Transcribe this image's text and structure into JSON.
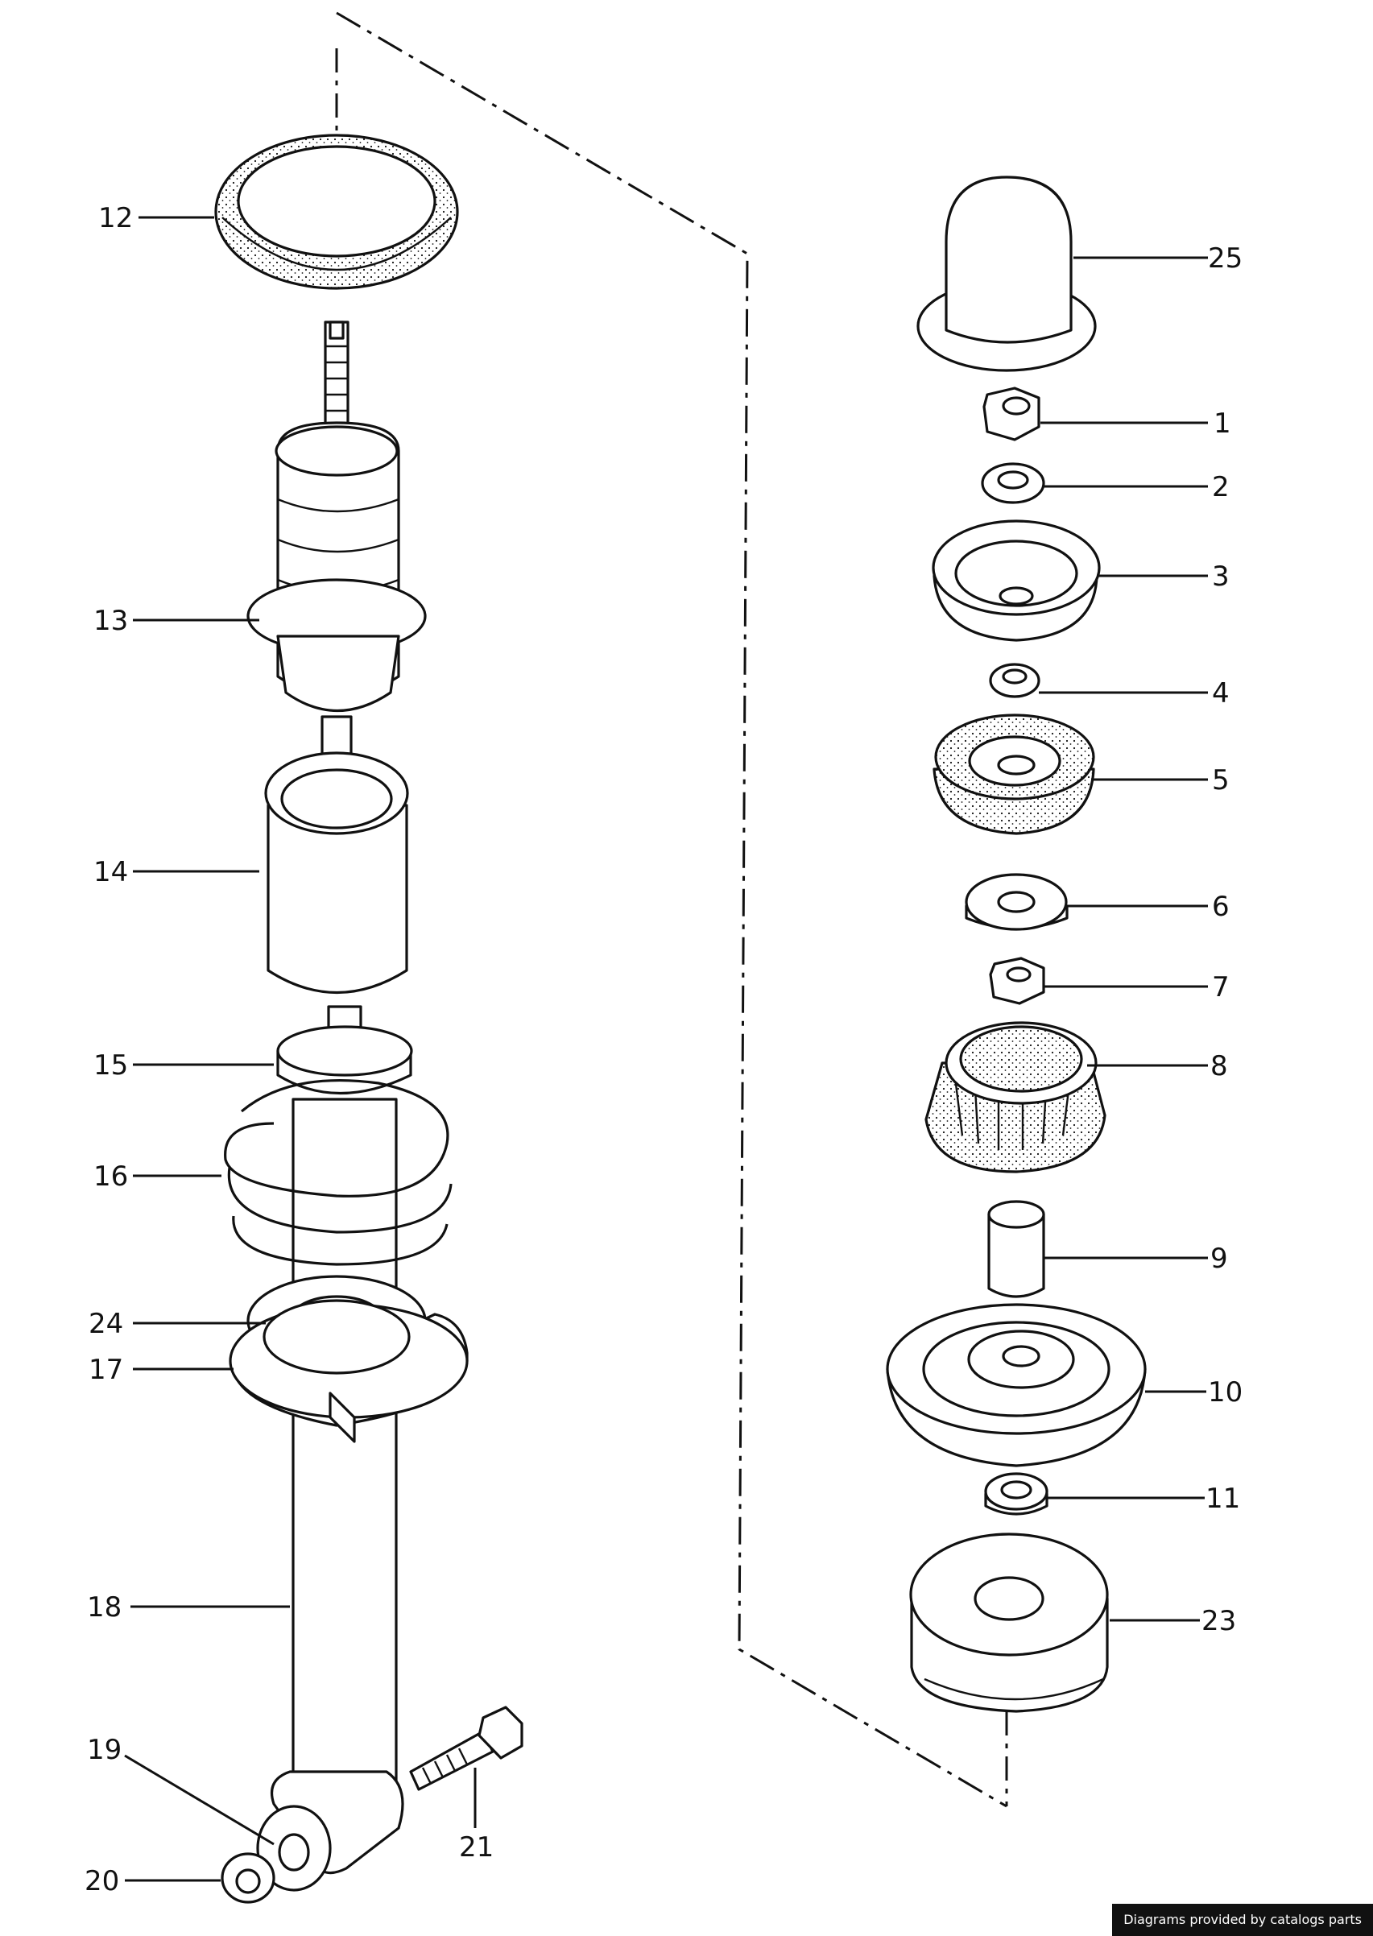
{
  "callouts": {
    "c1": "1",
    "c2": "2",
    "c3": "3",
    "c4": "4",
    "c5": "5",
    "c6": "6",
    "c7": "7",
    "c8": "8",
    "c9": "9",
    "c10": "10",
    "c11": "11",
    "c12": "12",
    "c13": "13",
    "c14": "14",
    "c15": "15",
    "c16": "16",
    "c17": "17",
    "c18": "18",
    "c19": "19",
    "c20": "20",
    "c21": "21",
    "c23": "23",
    "c24": "24",
    "c25": "25"
  },
  "footer": {
    "credit": "Diagrams provided by catalogs parts"
  }
}
